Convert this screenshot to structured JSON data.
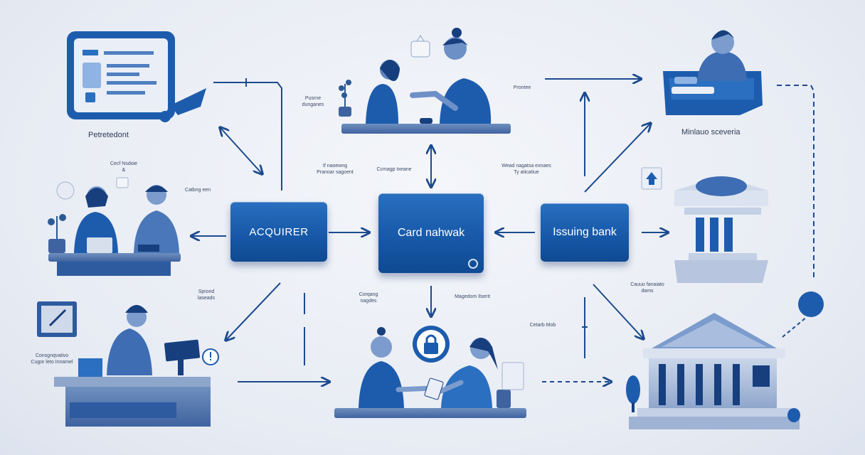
{
  "nodes": {
    "acquirer": "ACQUIRER",
    "card_network": "Card nahwak",
    "issuing_bank": "Issuing bank"
  },
  "captions": {
    "top_left": "Petretedont",
    "top_right": "Minlauo sceveria"
  },
  "labels": {
    "l1": "Pusrne\ndunganes",
    "l2": "Prontee",
    "l3": "Cecf Nsdoie\n&",
    "l4": "Catbng een",
    "l5": "If naoewng\nPranoar sagoent",
    "l6": "Ccmagp txeane",
    "l7": "Wead nagatsa exnaes\nTy aticatiue",
    "l8": "Sprond\nlaseads",
    "l9": "Corqang\nnagdes",
    "l10": "Magedom Ilserit",
    "l11": "Cauuo fanaiato\ndams",
    "l12": "Cetarb Mob",
    "l13": "Consgnqvativo\nCugor leto Innamel"
  },
  "palette": {
    "primary": "#1657a6",
    "dark": "#0f3f80",
    "light": "#8fb3e2",
    "surface": "#e9edf4"
  }
}
